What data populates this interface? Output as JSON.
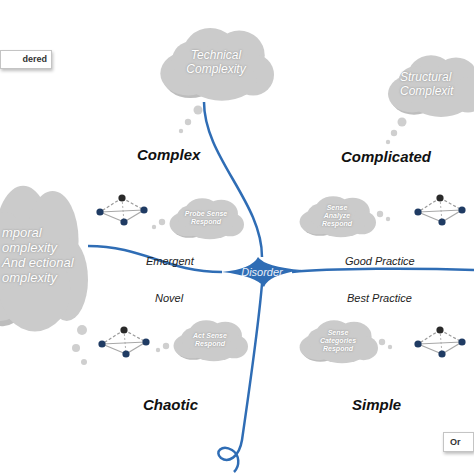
{
  "diagram": {
    "nodes": [
      {
        "text": [
          "dered"
        ]
      },
      {
        "text": [
          "Technical Complexity"
        ]
      },
      {
        "text": [
          "Structural Complexit"
        ]
      },
      {
        "text": [
          "mporal omplexity And ectional omplexity"
        ]
      },
      {
        "text": [
          "Probe Sense Respond"
        ]
      },
      {
        "text": [
          "Sense Analyze Respond"
        ]
      },
      {
        "text": [
          "Disorder"
        ]
      },
      {
        "text": [
          "Act Sense Respond"
        ]
      },
      {
        "text": [
          "Sense Categories Respond"
        ]
      },
      {
        "text": [
          "Or"
        ]
      }
    ],
    "edges": [
      {
        "from": 6,
        "to": 1,
        "arrow": "none"
      },
      {
        "from": 6,
        "to": 3,
        "arrow": "none"
      }
    ],
    "labels": [
      "Complex",
      "Complicated",
      "Emergent",
      "Good Practice",
      "Novel",
      "Best Practice",
      "Chaotic",
      "Simple"
    ]
  }
}
